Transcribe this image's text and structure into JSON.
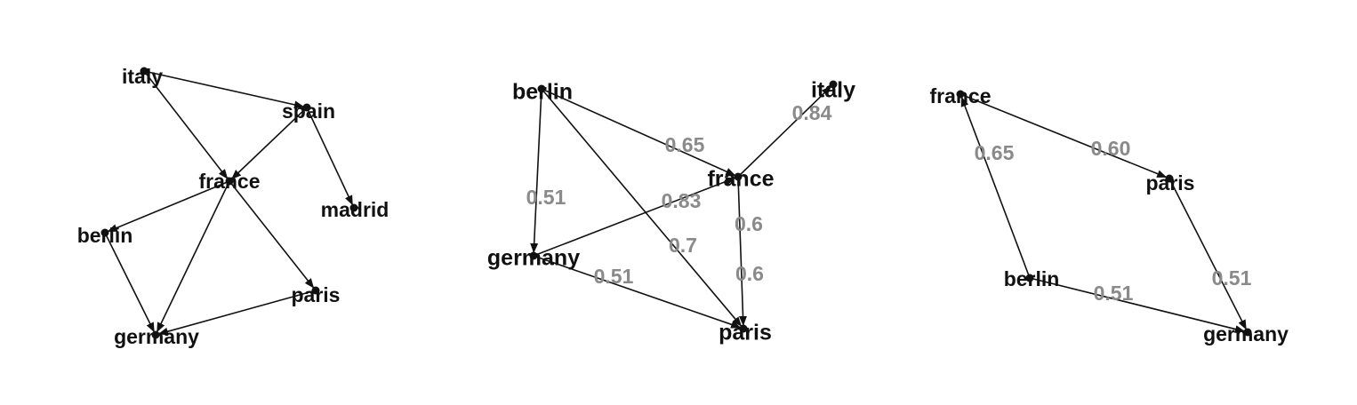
{
  "colors": {
    "edge": "#111111",
    "node": "#111111",
    "node_label": "#111111",
    "edge_label": "#8a8a8a"
  },
  "graphs": [
    {
      "nodes": [
        {
          "id": "italy",
          "label": "italy"
        },
        {
          "id": "spain",
          "label": "spain"
        },
        {
          "id": "france",
          "label": "france"
        },
        {
          "id": "madrid",
          "label": "madrid"
        },
        {
          "id": "berlin",
          "label": "berlin"
        },
        {
          "id": "paris",
          "label": "paris"
        },
        {
          "id": "germany",
          "label": "germany"
        }
      ],
      "edges": [
        {
          "from": "italy",
          "to": "spain",
          "label": ""
        },
        {
          "from": "italy",
          "to": "france",
          "label": ""
        },
        {
          "from": "spain",
          "to": "france",
          "label": ""
        },
        {
          "from": "spain",
          "to": "madrid",
          "label": ""
        },
        {
          "from": "france",
          "to": "berlin",
          "label": ""
        },
        {
          "from": "france",
          "to": "paris",
          "label": ""
        },
        {
          "from": "france",
          "to": "germany",
          "label": ""
        },
        {
          "from": "berlin",
          "to": "germany",
          "label": ""
        },
        {
          "from": "paris",
          "to": "germany",
          "label": ""
        }
      ]
    },
    {
      "nodes": [
        {
          "id": "berlin",
          "label": "berlin"
        },
        {
          "id": "italy",
          "label": "italy"
        },
        {
          "id": "france",
          "label": "france"
        },
        {
          "id": "germany",
          "label": "germany"
        },
        {
          "id": "paris",
          "label": "paris"
        }
      ],
      "edges": [
        {
          "from": "berlin",
          "to": "france",
          "label": "0.65"
        },
        {
          "from": "berlin",
          "to": "germany",
          "label": "0.51"
        },
        {
          "from": "berlin",
          "to": "paris",
          "label": "0.7"
        },
        {
          "from": "germany",
          "to": "france",
          "label": "0.83"
        },
        {
          "from": "germany",
          "to": "paris",
          "label": "0.51"
        },
        {
          "from": "france",
          "to": "italy",
          "label": "0.84"
        },
        {
          "from": "france",
          "to": "paris",
          "label": "0.6"
        }
      ],
      "extra_labels": [
        "0.6"
      ]
    },
    {
      "nodes": [
        {
          "id": "france",
          "label": "france"
        },
        {
          "id": "paris",
          "label": "paris"
        },
        {
          "id": "berlin",
          "label": "berlin"
        },
        {
          "id": "germany",
          "label": "germany"
        }
      ],
      "edges": [
        {
          "from": "france",
          "to": "paris",
          "label": "0.60"
        },
        {
          "from": "berlin",
          "to": "france",
          "label": "0.65"
        },
        {
          "from": "paris",
          "to": "germany",
          "label": "0.51"
        },
        {
          "from": "berlin",
          "to": "germany",
          "label": "0.51"
        }
      ]
    }
  ]
}
